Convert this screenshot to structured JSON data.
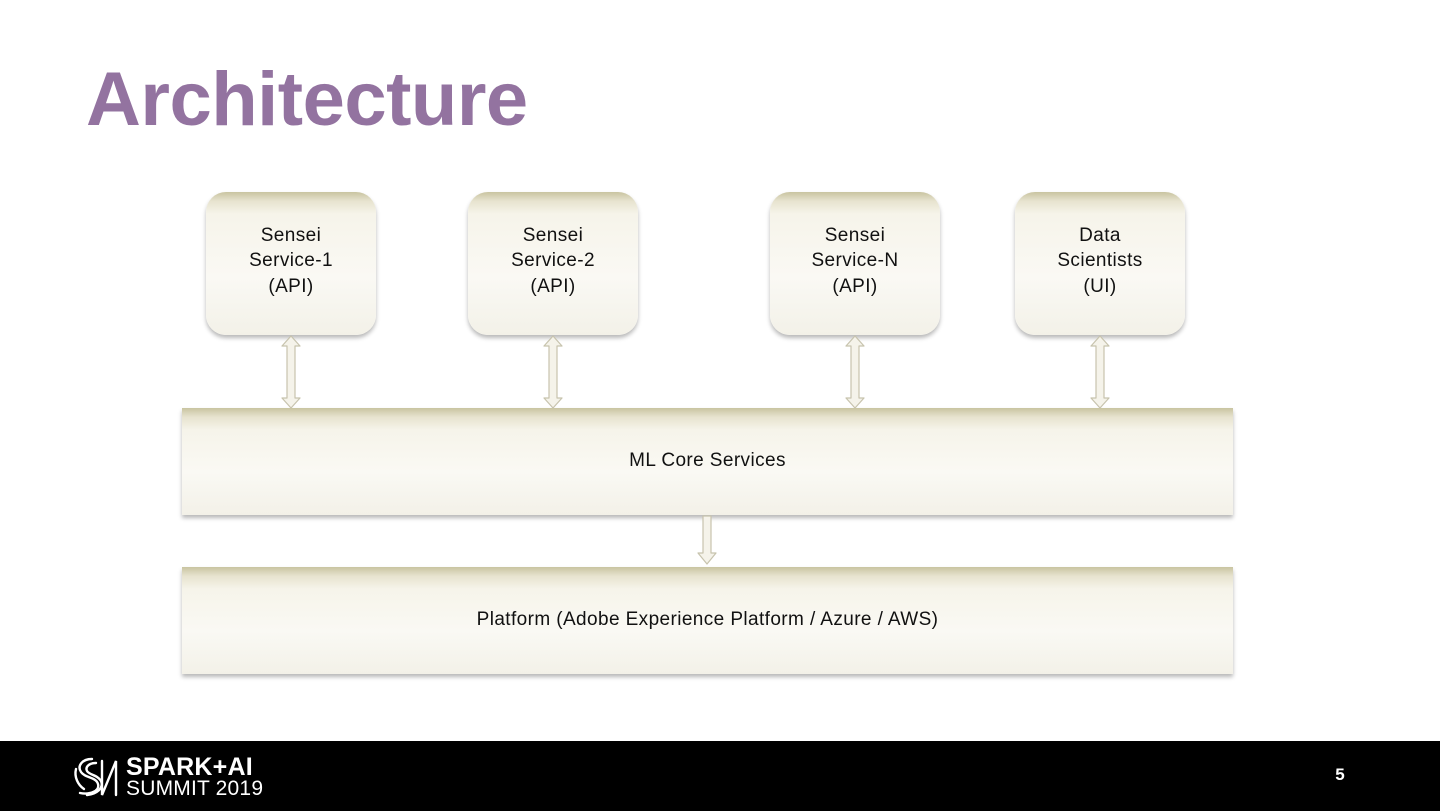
{
  "slide": {
    "title": "Architecture",
    "page_number": "5"
  },
  "diagram": {
    "services": [
      {
        "label": "Sensei\nService-1\n(API)"
      },
      {
        "label": "Sensei\nService-2\n(API)"
      },
      {
        "label": "Sensei\nService-N\n(API)"
      },
      {
        "label": "Data\nScientists\n(UI)"
      }
    ],
    "core": {
      "label": "ML Core Services"
    },
    "platform": {
      "label": "Platform (Adobe Experience Platform / Azure / AWS)"
    }
  },
  "footer": {
    "logo_line1": "SPARK+AI",
    "logo_line2": "SUMMIT 2019"
  },
  "colors": {
    "title": "#9373a0",
    "box_top": "#c9c4a0",
    "box_body": "#faf9f4",
    "footer_bg": "#000000"
  }
}
